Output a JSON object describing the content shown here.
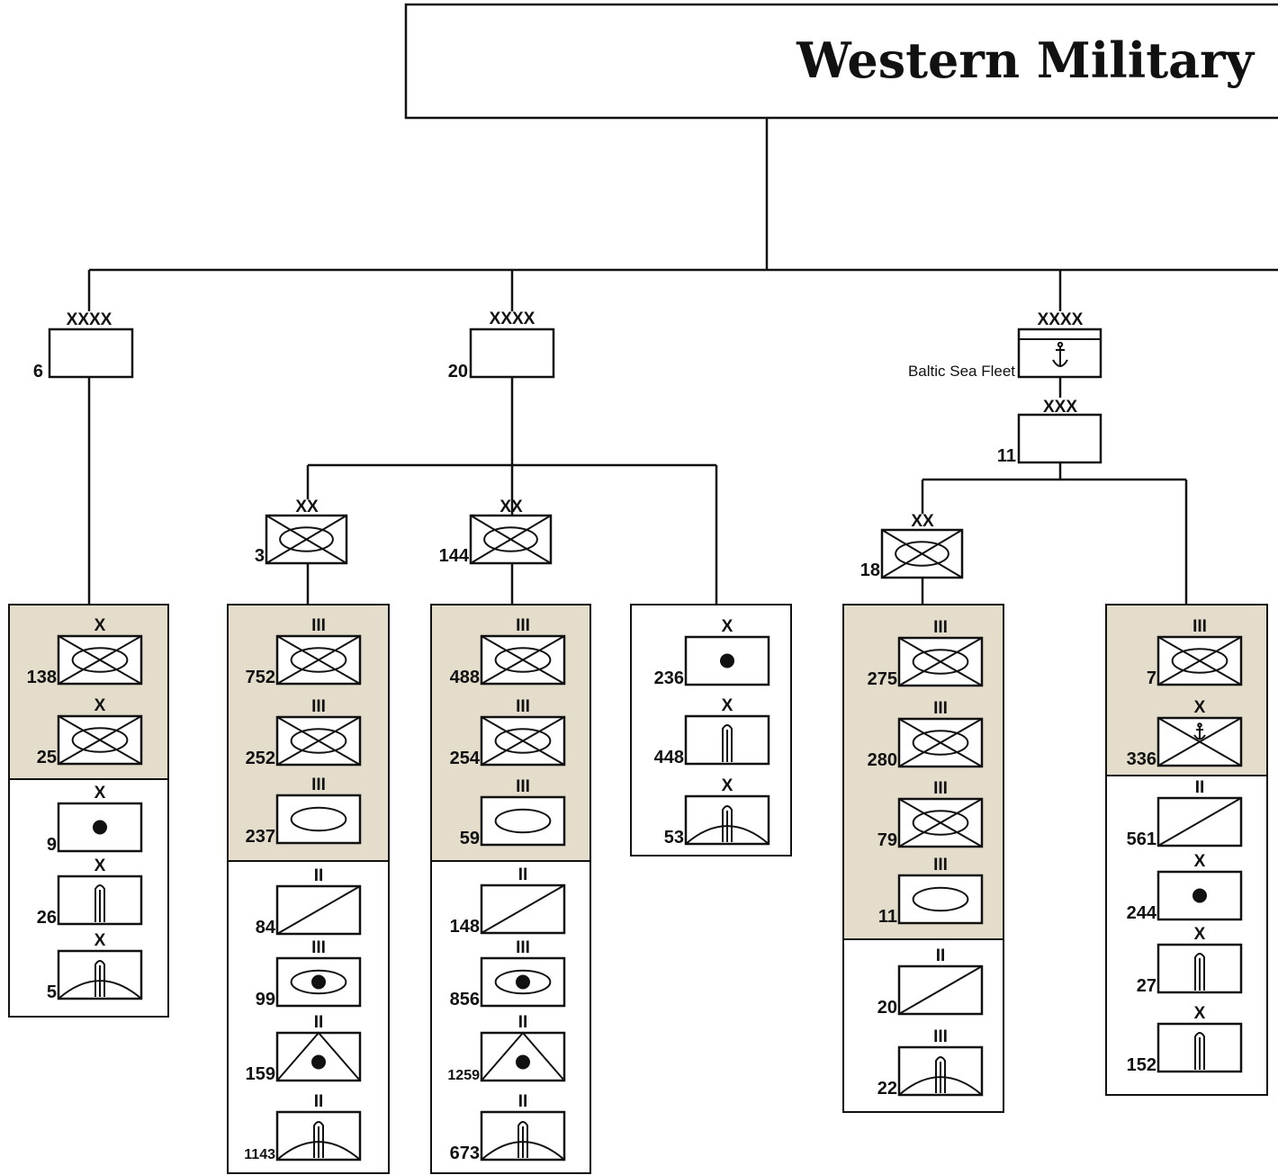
{
  "header": {
    "title": "Western Military"
  },
  "armies": [
    {
      "echelon": "XXXX",
      "number": "6"
    },
    {
      "echelon": "XXXX",
      "number": "20"
    },
    {
      "echelon": "XXXX",
      "label": "Baltic Sea Fleet",
      "symbol": "anchor-icon"
    }
  ],
  "corps": [
    {
      "echelon": "XXX",
      "number": "11"
    }
  ],
  "divisions": [
    {
      "echelon": "XX",
      "number": "3",
      "symbol": "mech-infantry"
    },
    {
      "echelon": "XX",
      "number": "144",
      "symbol": "mech-infantry"
    },
    {
      "echelon": "XX",
      "number": "18",
      "symbol": "mech-infantry"
    }
  ],
  "units": [
    {
      "echelon": "X",
      "number": "138",
      "symbol": "mech-infantry"
    },
    {
      "echelon": "X",
      "number": "25",
      "symbol": "mech-infantry"
    },
    {
      "echelon": "X",
      "number": "9",
      "symbol": "artillery"
    },
    {
      "echelon": "X",
      "number": "26",
      "symbol": "missile"
    },
    {
      "echelon": "X",
      "number": "5",
      "symbol": "air-defense-missile"
    },
    {
      "echelon": "III",
      "number": "752",
      "symbol": "mech-infantry"
    },
    {
      "echelon": "III",
      "number": "252",
      "symbol": "mech-infantry"
    },
    {
      "echelon": "III",
      "number": "237",
      "symbol": "armor"
    },
    {
      "echelon": "II",
      "number": "84",
      "symbol": "reconnaissance"
    },
    {
      "echelon": "III",
      "number": "99",
      "symbol": "self-propelled-artillery"
    },
    {
      "echelon": "II",
      "number": "159",
      "symbol": "anti-tank"
    },
    {
      "echelon": "II",
      "number": "1143",
      "symbol": "air-defense-missile"
    },
    {
      "echelon": "III",
      "number": "488",
      "symbol": "mech-infantry"
    },
    {
      "echelon": "III",
      "number": "254",
      "symbol": "mech-infantry"
    },
    {
      "echelon": "III",
      "number": "59",
      "symbol": "armor"
    },
    {
      "echelon": "II",
      "number": "148",
      "symbol": "reconnaissance"
    },
    {
      "echelon": "III",
      "number": "856",
      "symbol": "self-propelled-artillery"
    },
    {
      "echelon": "II",
      "number": "1259",
      "symbol": "anti-tank"
    },
    {
      "echelon": "II",
      "number": "673",
      "symbol": "air-defense-missile"
    },
    {
      "echelon": "X",
      "number": "236",
      "symbol": "artillery"
    },
    {
      "echelon": "X",
      "number": "448",
      "symbol": "missile"
    },
    {
      "echelon": "X",
      "number": "53",
      "symbol": "air-defense-missile"
    },
    {
      "echelon": "III",
      "number": "275",
      "symbol": "mech-infantry"
    },
    {
      "echelon": "III",
      "number": "280",
      "symbol": "mech-infantry"
    },
    {
      "echelon": "III",
      "number": "79",
      "symbol": "mech-infantry"
    },
    {
      "echelon": "III",
      "number": "11",
      "symbol": "armor"
    },
    {
      "echelon": "II",
      "number": "20",
      "symbol": "reconnaissance"
    },
    {
      "echelon": "III",
      "number": "22",
      "symbol": "air-defense-missile"
    },
    {
      "echelon": "III",
      "number": "7",
      "symbol": "mech-infantry"
    },
    {
      "echelon": "X",
      "number": "336",
      "symbol": "naval-infantry"
    },
    {
      "echelon": "II",
      "number": "561",
      "symbol": "reconnaissance"
    },
    {
      "echelon": "X",
      "number": "244",
      "symbol": "artillery"
    },
    {
      "echelon": "X",
      "number": "27",
      "symbol": "missile"
    },
    {
      "echelon": "X",
      "number": "152",
      "symbol": "missile"
    }
  ],
  "colors": {
    "ground_panel": "#e4ddcc",
    "line": "#111111"
  }
}
